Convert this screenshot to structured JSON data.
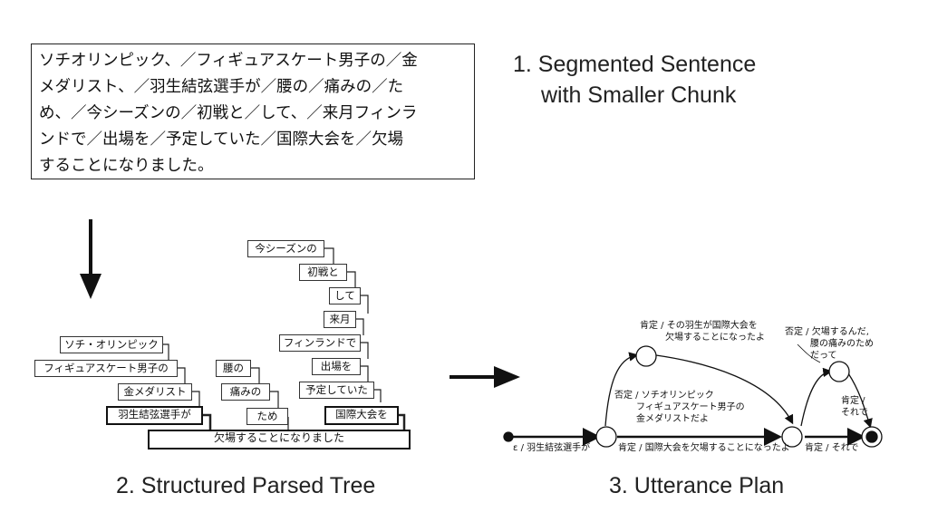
{
  "segmented_sentence": {
    "lines": [
      "ソチオリンピック、／フィギュアスケート男子の／金",
      "メダリスト、／羽生結弦選手が／腰の／痛みの／た",
      "め、／今シーズンの／初戦と／して、／来月フィンラ",
      "ンドで／出場を／予定していた／国際大会を／欠場",
      "することになりました。"
    ]
  },
  "captions": {
    "segmented_line1": "1.  Segmented Sentence",
    "segmented_line2": "with Smaller Chunk",
    "parsed_tree": "2. Structured Parsed Tree",
    "utterance_plan": "3. Utterance Plan"
  },
  "parse_tree": {
    "chunks": {
      "sochi": "ソチ・オリンピック",
      "figure": "フィギュアスケート男子の",
      "gold": "金メダリスト",
      "hanyu": "羽生結弦選手が",
      "koshi": "腰の",
      "itami": "痛みの",
      "tame": "ため",
      "konseason": "今シーズンの",
      "shosen": "初戦と",
      "shite": "して",
      "raigetsu": "来月",
      "finland": "フィンランドで",
      "shutsujo": "出場を",
      "yotei": "予定していた",
      "kokusai": "国際大会を",
      "root": "欠場することになりました"
    }
  },
  "utterance_plan": {
    "start_label": "ε / 羽生結弦選手が",
    "upper_arc_label": [
      "肯定 / その羽生が国際大会を",
      "欠場することになったよ"
    ],
    "lower_mid_label": [
      "否定 / ソチオリンピック",
      "フィギュアスケート男子の",
      "金メダリストだよ"
    ],
    "main_label": "肯定 / 国際大会を欠場することになったよ",
    "right_upper_label": [
      "否定 / 欠場するんだ,",
      "腰の痛みのため",
      "だって"
    ],
    "right_down_label": [
      "肯定 /",
      "それで"
    ],
    "final_label": "肯定 / それで"
  }
}
